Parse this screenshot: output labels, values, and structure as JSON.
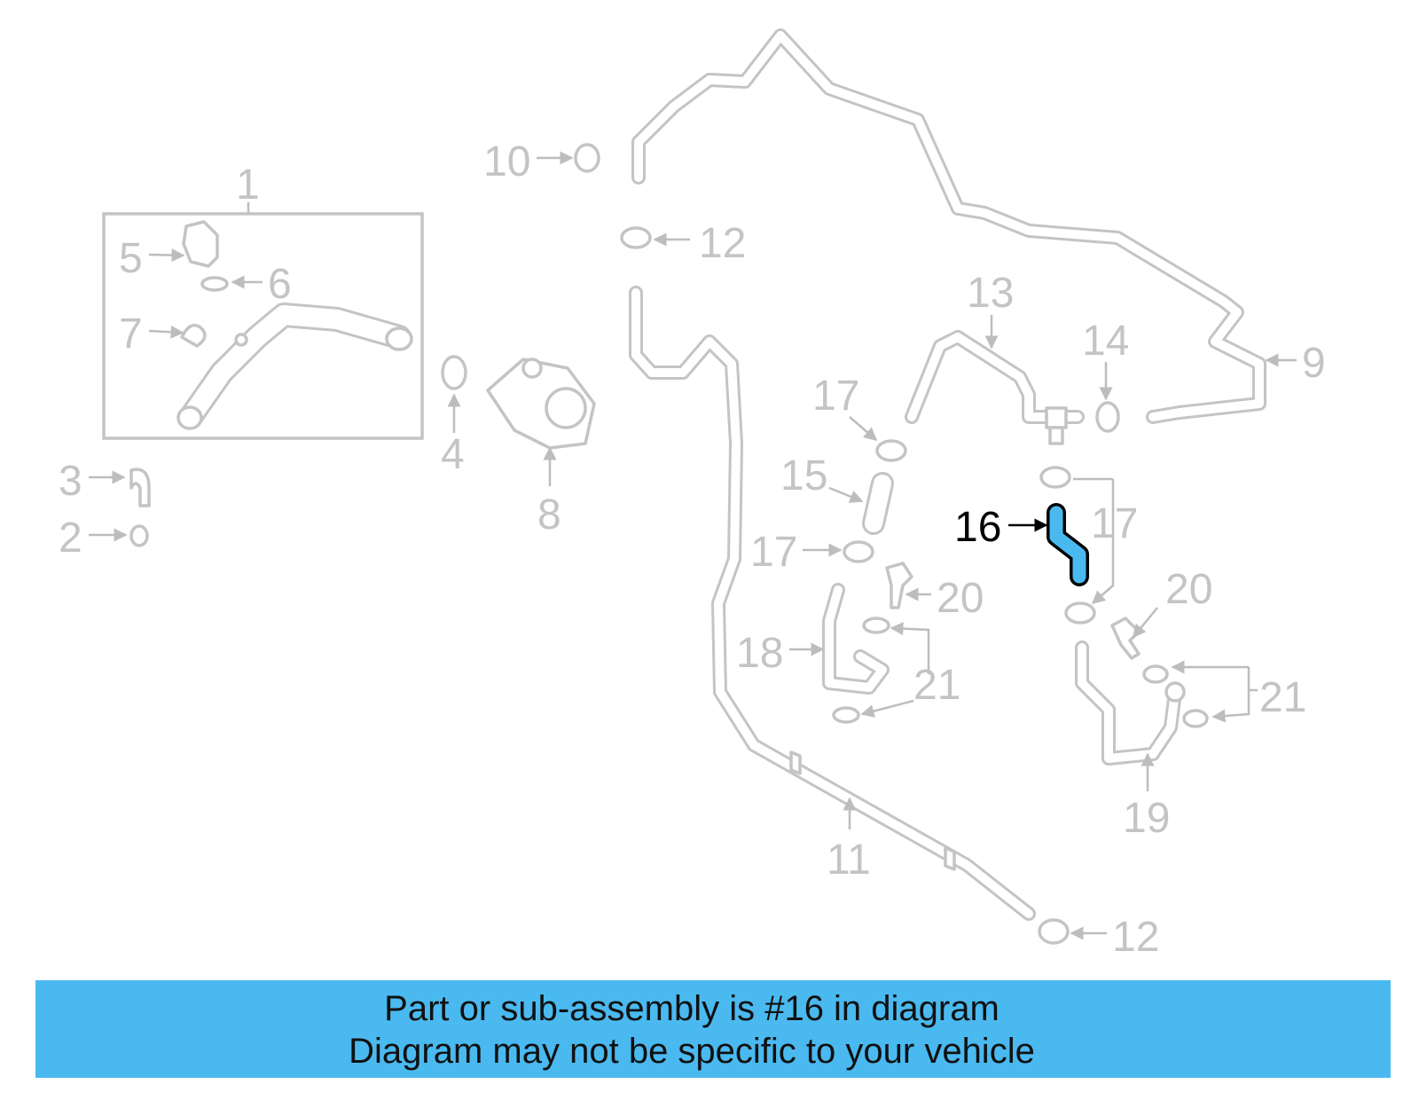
{
  "diagram": {
    "highlighted_part": "16",
    "highlight_color": "#4ab9f0",
    "callouts": {
      "c1": "1",
      "c2": "2",
      "c3": "3",
      "c4": "4",
      "c5": "5",
      "c6": "6",
      "c7": "7",
      "c8": "8",
      "c9": "9",
      "c10": "10",
      "c11": "11",
      "c12a": "12",
      "c12b": "12",
      "c13": "13",
      "c14": "14",
      "c15": "15",
      "c16": "16",
      "c17a": "17",
      "c17b": "17",
      "c17c": "17",
      "c18": "18",
      "c19": "19",
      "c20a": "20",
      "c20b": "20",
      "c21a": "21",
      "c21b": "21"
    }
  },
  "banner": {
    "line1": "Part or sub-assembly is #16 in diagram",
    "line2": "Diagram may not be specific to your vehicle",
    "color": "#4ab9f0"
  }
}
